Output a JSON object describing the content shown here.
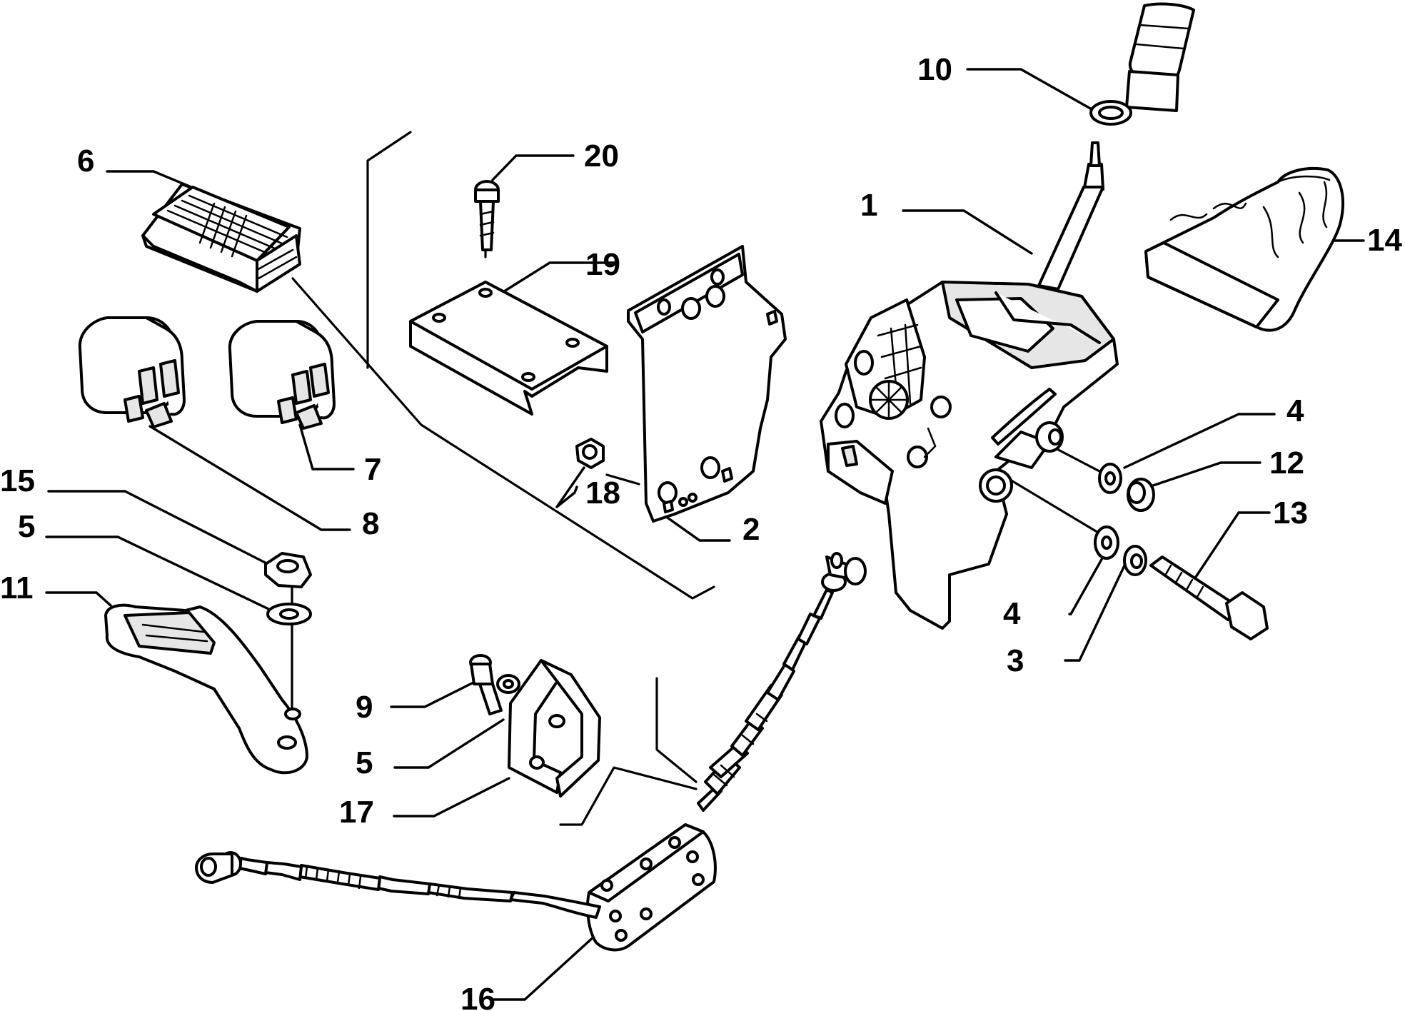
{
  "callouts": {
    "c1": "1",
    "c2": "2",
    "c3": "3",
    "c4a": "4",
    "c4b": "4",
    "c5a": "5",
    "c5b": "5",
    "c6": "6",
    "c7": "7",
    "c8": "8",
    "c9": "9",
    "c10": "10",
    "c11": "11",
    "c12": "12",
    "c13": "13",
    "c14": "14",
    "c15": "15",
    "c16": "16",
    "c17": "17",
    "c18": "18",
    "c19": "19",
    "c20": "20"
  },
  "colors": {
    "ink": "#000000",
    "paper": "#ffffff",
    "shade": "#e6e6e6"
  }
}
